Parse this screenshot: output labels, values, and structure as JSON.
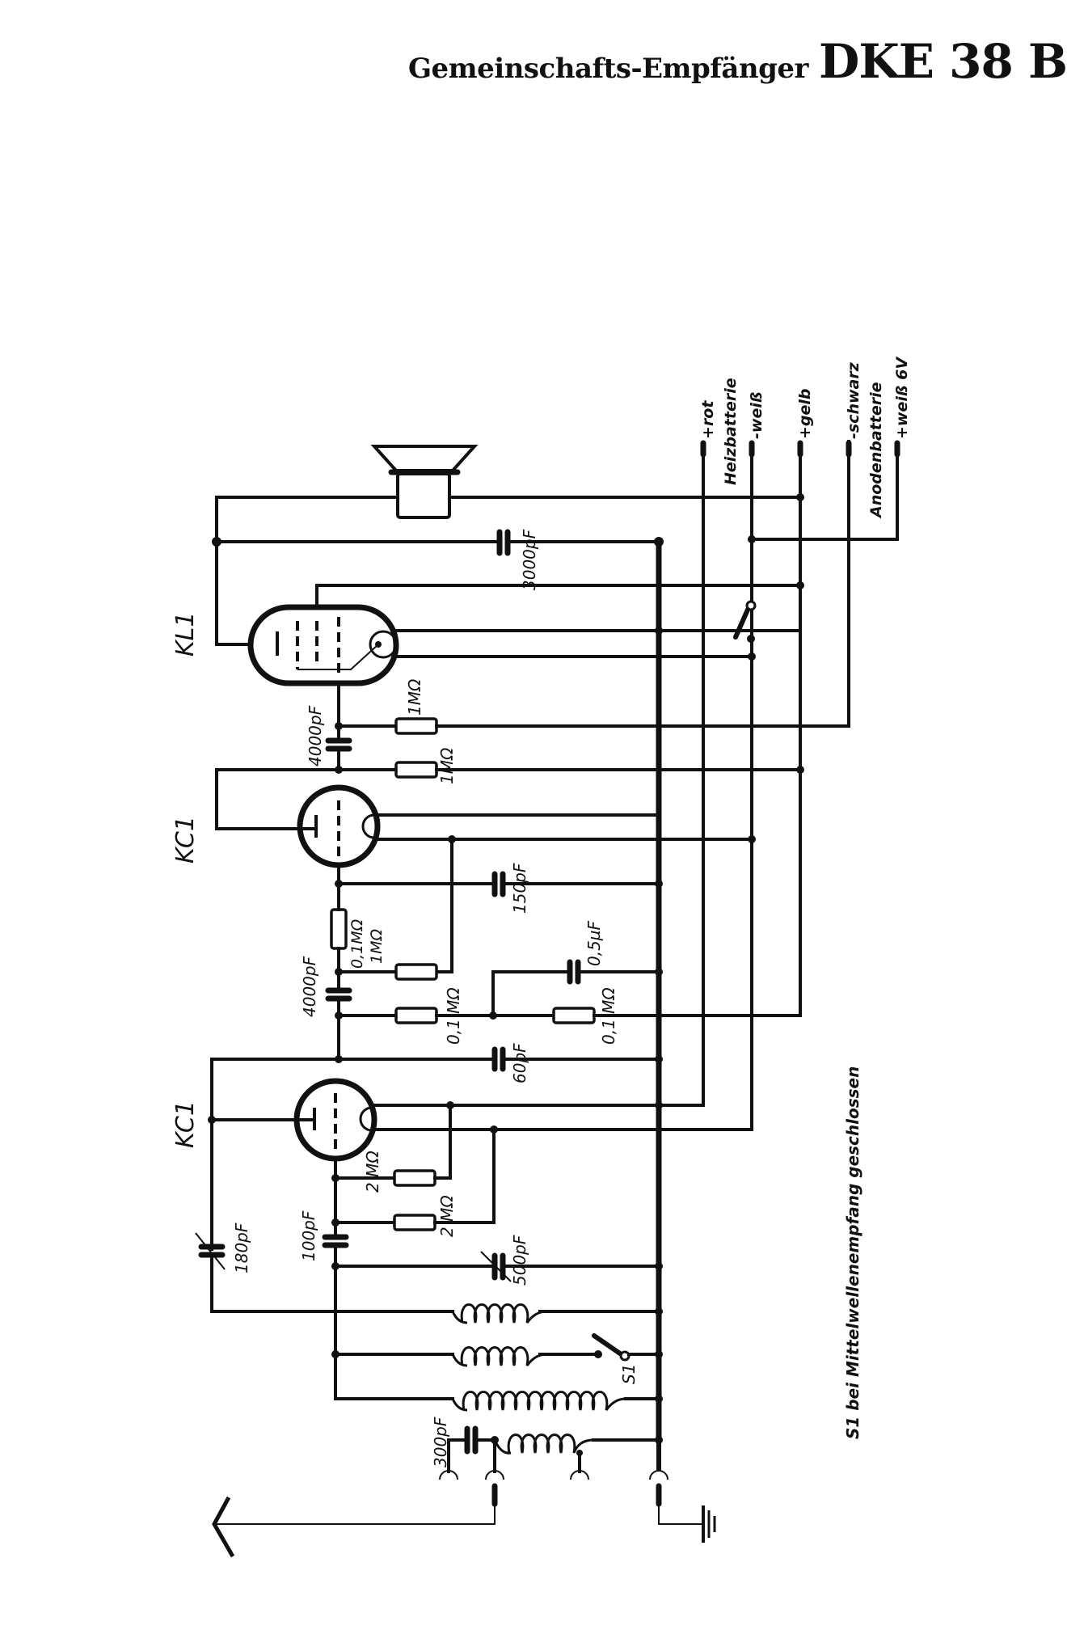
{
  "title": {
    "subtitle": "Gemeinschafts-Empfänger",
    "model": "DKE 38 B"
  },
  "tubes": [
    {
      "id": "KL1",
      "label": "KL1",
      "type": "pentode"
    },
    {
      "id": "KC1_stage2",
      "label": "KC1",
      "type": "triode"
    },
    {
      "id": "KC1_stage1",
      "label": "KC1",
      "type": "triode"
    }
  ],
  "capacitors": [
    {
      "id": "C_output",
      "label": "3000pF"
    },
    {
      "id": "C_coupling_kl1",
      "label": "4000pF"
    },
    {
      "id": "C_plate_kc1b",
      "label": "150pF"
    },
    {
      "id": "C_coupling_kc1",
      "label": "4000pF"
    },
    {
      "id": "C_decoupling",
      "label": "0,5µF"
    },
    {
      "id": "C_feedback",
      "label": "60pF"
    },
    {
      "id": "C_reaction",
      "label": "180pF",
      "variable": true
    },
    {
      "id": "C_grid",
      "label": "100pF"
    },
    {
      "id": "C_tuning",
      "label": "500pF",
      "variable": true
    },
    {
      "id": "C_antenna",
      "label": "300pF"
    }
  ],
  "resistors": [
    {
      "id": "R_grid_kl1",
      "label": "1MΩ"
    },
    {
      "id": "R_plate_kc1b",
      "label": "1MΩ"
    },
    {
      "id": "R_plate_kc1b_2",
      "label": "0,1MΩ"
    },
    {
      "id": "R_grid_kc1b",
      "label": "1MΩ"
    },
    {
      "id": "R_decoupling_a",
      "label": "0,1 MΩ"
    },
    {
      "id": "R_decoupling_b",
      "label": "0,1 MΩ"
    },
    {
      "id": "R_grid_kc1a_1",
      "label": "2 MΩ"
    },
    {
      "id": "R_grid_kc1a_2",
      "label": "2 MΩ"
    }
  ],
  "switch": {
    "id": "S1",
    "label": "S1"
  },
  "battery_leads": [
    {
      "label": "+rot"
    },
    {
      "label": "-weiß"
    },
    {
      "label": "+gelb"
    },
    {
      "label": "-schwarz"
    },
    {
      "label": "+weiß 6V"
    }
  ],
  "battery_groups": {
    "heater": "Heizbatterie",
    "anode": "Anodenbatterie"
  },
  "note": "S1 bei Mittelwellenempfang geschlossen"
}
